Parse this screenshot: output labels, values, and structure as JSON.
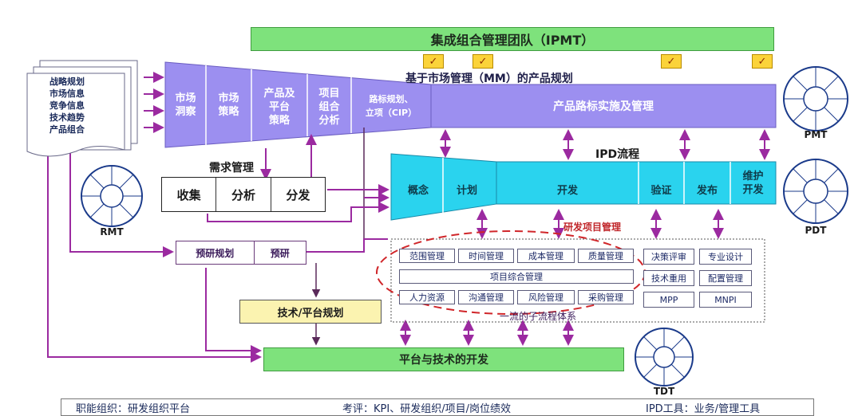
{
  "ipmt": {
    "label": "集成组合管理团队（IPMT）"
  },
  "check_marks": [
    "✓",
    "✓",
    "✓",
    "✓"
  ],
  "mm_title": "基于市场管理（MM）的产品规划",
  "docs": [
    "战略规划",
    "市场信息",
    "竞争信息",
    "技术趋势",
    "产品组合"
  ],
  "funnel_steps": [
    {
      "label": "市场\n洞察"
    },
    {
      "label": "市场\n策略"
    },
    {
      "label": "产品及\n平台\n策略"
    },
    {
      "label": "项目\n组合\n分析"
    },
    {
      "label": "路标规划、\n立项（CIP）"
    }
  ],
  "roadmap_band": "产品路标实施及管理",
  "ipd_title": "IPD流程",
  "ipd_stages": [
    "概念",
    "计划",
    "开发",
    "验证",
    "发布",
    "维护\n开发"
  ],
  "demand": {
    "title": "需求管理",
    "items": [
      "收集",
      "分析",
      "分发"
    ]
  },
  "pre_research": {
    "plan": "预研规划",
    "research": "预研"
  },
  "tech_platform_plan": "技术/平台规划",
  "platform_dev": "平台与技术的开发",
  "rd_mgmt_title": "研发项目管理",
  "grid_row1": [
    "范围管理",
    "时间管理",
    "成本管理",
    "质量管理"
  ],
  "grid_row2": "项目综合管理",
  "grid_row3": [
    "人力资源",
    "沟通管理",
    "风险管理",
    "采购管理"
  ],
  "side_col1": [
    "决策评审",
    "技术重用",
    "MPP"
  ],
  "side_col2": [
    "专业设计",
    "配置管理",
    "MNPI"
  ],
  "subprocess_label": "一流的子流程体系",
  "wheels": [
    "PMT",
    "PDT",
    "RMT",
    "TDT"
  ],
  "bottom": [
    "职能组织：研发组织平台",
    "考评：KPI、研发组织/项目/岗位绩效",
    "IPD工具：业务/管理工具"
  ]
}
